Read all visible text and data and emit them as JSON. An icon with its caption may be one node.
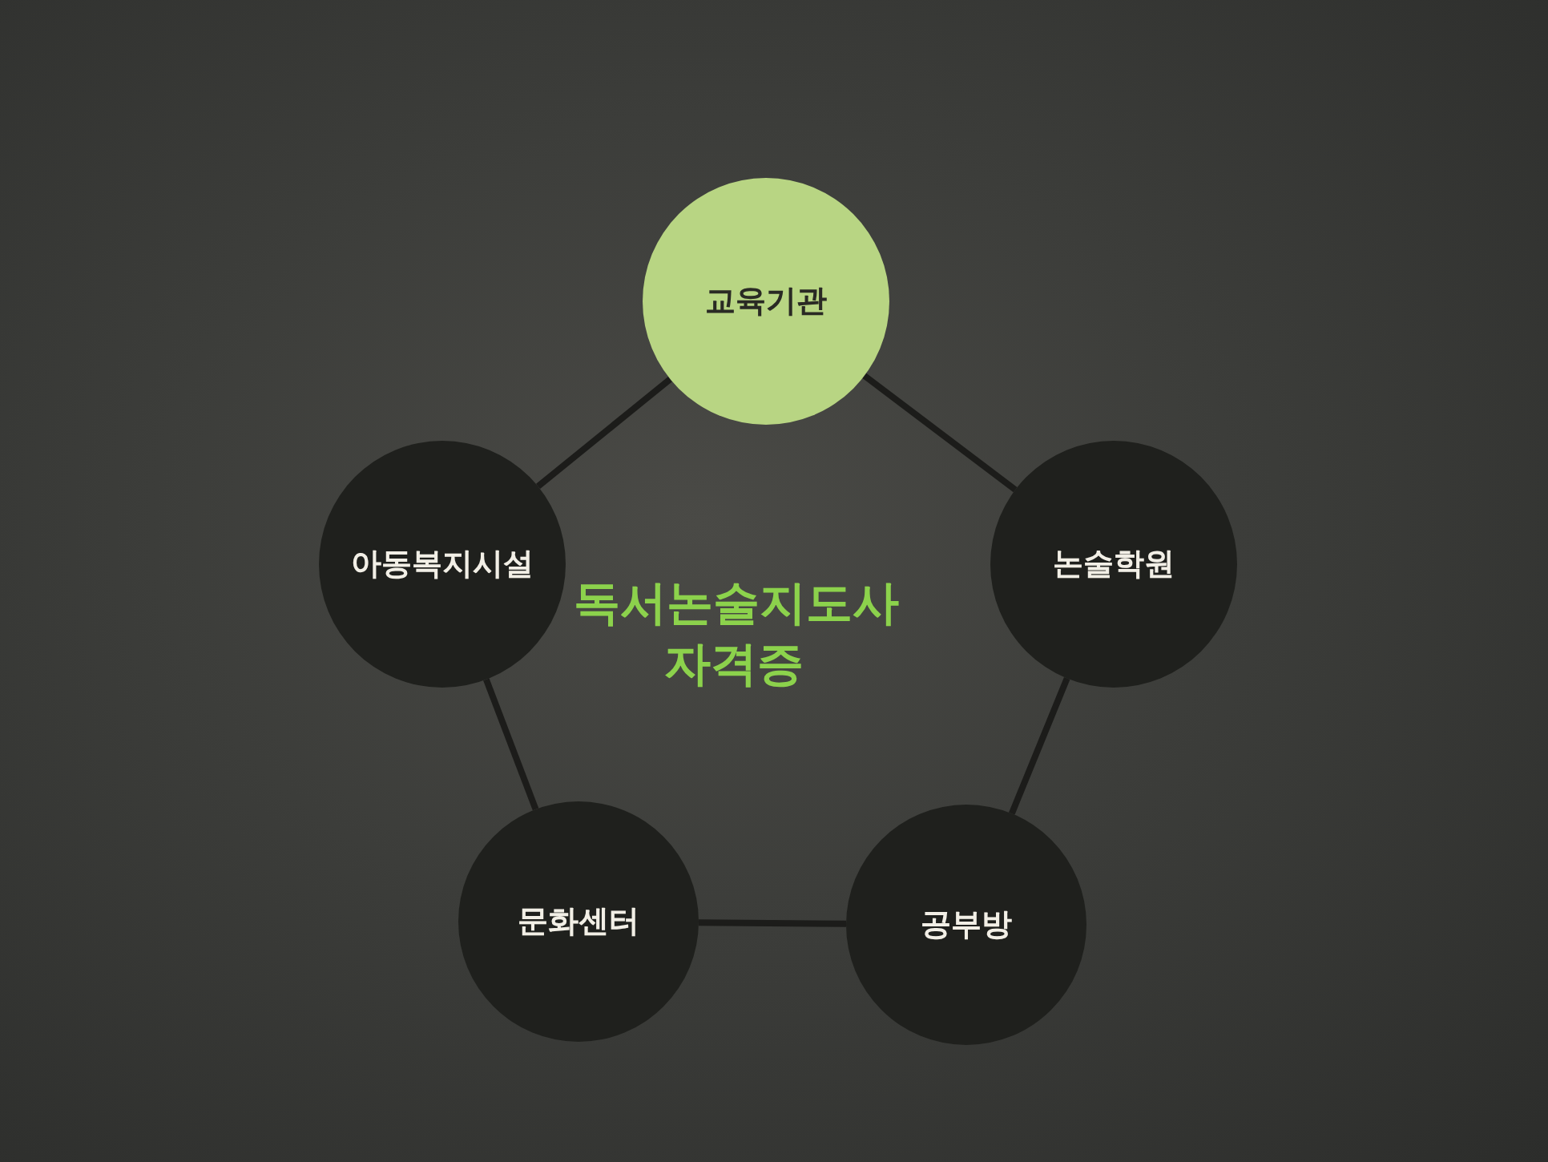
{
  "diagram": {
    "nodes": [
      {
        "text": [
          "교육기관"
        ]
      },
      {
        "text": [
          "논술학원"
        ]
      },
      {
        "text": [
          "공부방"
        ]
      },
      {
        "text": [
          "문화센터"
        ]
      },
      {
        "text": [
          "아동복지시설"
        ]
      }
    ],
    "edges": [
      {
        "from": 0,
        "to": 1,
        "arrow": "none"
      },
      {
        "from": 1,
        "to": 2,
        "arrow": "none"
      },
      {
        "from": 2,
        "to": 3,
        "arrow": "none"
      },
      {
        "from": 3,
        "to": 4,
        "arrow": "none"
      },
      {
        "from": 4,
        "to": 0,
        "arrow": "none"
      }
    ],
    "labels": [
      "독서논술지도사 자격증"
    ]
  }
}
